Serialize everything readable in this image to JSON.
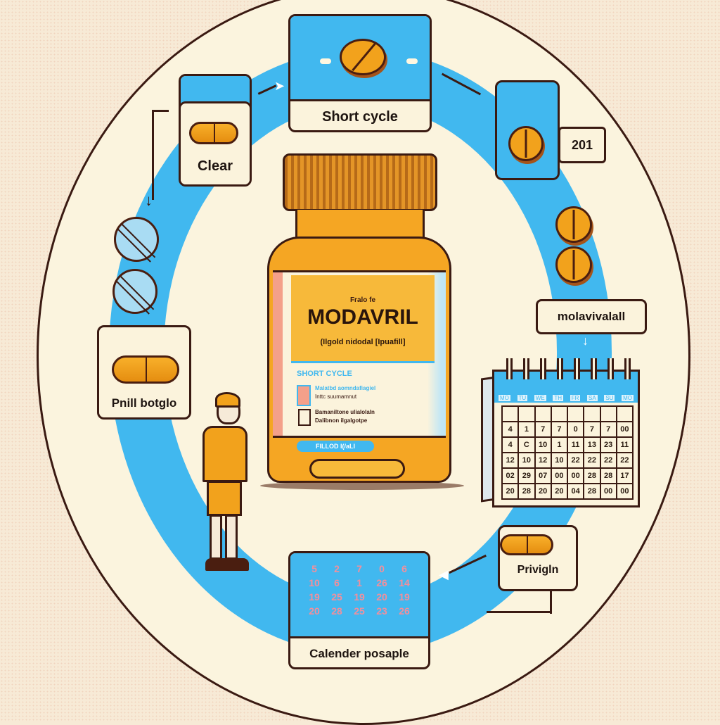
{
  "colors": {
    "background": "#f7ead6",
    "circle_fill": "#fbf4de",
    "ring_blue": "#41b8ef",
    "outline": "#3a1a12",
    "pill_orange": "#f2a21c",
    "bottle_orange": "#f5a623",
    "label_yellow": "#f7b93a",
    "pink_text": "#f28f9c"
  },
  "cards": {
    "top": {
      "label": "Short cycle",
      "icon": "round-tablet-icon"
    },
    "top_left": {
      "label": "Clear",
      "icon": "capsule-icon"
    },
    "top_right": {
      "badge": "201",
      "icon": "round-tablet-icon"
    },
    "right": {
      "label": "molavivalall",
      "icon": "stacked-tablets-icon"
    },
    "left": {
      "label": "Pnill botglo",
      "icon": "capsule-icon"
    },
    "bottom_right": {
      "label": "Privigln",
      "icon": "capsule-icon"
    },
    "bottom": {
      "label": "Calender posaple",
      "numbers": [
        [
          "5",
          "2",
          "7",
          "0",
          "6"
        ],
        [
          "10",
          "6",
          "1",
          "26",
          "14"
        ],
        [
          "19",
          "25",
          "19",
          "20",
          "19"
        ],
        [
          "20",
          "28",
          "25",
          "23",
          "26"
        ]
      ]
    }
  },
  "bottle": {
    "pre_title": "Fralo fe",
    "brand": "MODAVRIL",
    "subtitle": "(Ilgold nidodal [Ipuafill]",
    "cycle_label": "SHORT CYCLE",
    "lines": [
      "Malatbd aomndafiagiel",
      "Inttc suumamnut",
      "Bamaniltone ulialolaln",
      "Dalibnon ilgalgotpe"
    ],
    "pill_badge": "FILLOD I(/aLI"
  },
  "calendar": {
    "day_headers": [
      "MO",
      "TU",
      "WE",
      "TH",
      "FR",
      "SA",
      "SU",
      "MO"
    ],
    "rows": [
      [
        "",
        "",
        "",
        "",
        "",
        "",
        "",
        ""
      ],
      [
        "4",
        "1",
        "7",
        "7",
        "0",
        "7",
        "7",
        "00"
      ],
      [
        "4",
        "C",
        "10",
        "1",
        "11",
        "13",
        "23",
        "11"
      ],
      [
        "12",
        "10",
        "12",
        "10",
        "22",
        "22",
        "22",
        "22"
      ],
      [
        "02",
        "29",
        "07",
        "00",
        "00",
        "28",
        "28",
        "17"
      ],
      [
        "20",
        "28",
        "20",
        "20",
        "04",
        "28",
        "00",
        "00"
      ]
    ]
  }
}
